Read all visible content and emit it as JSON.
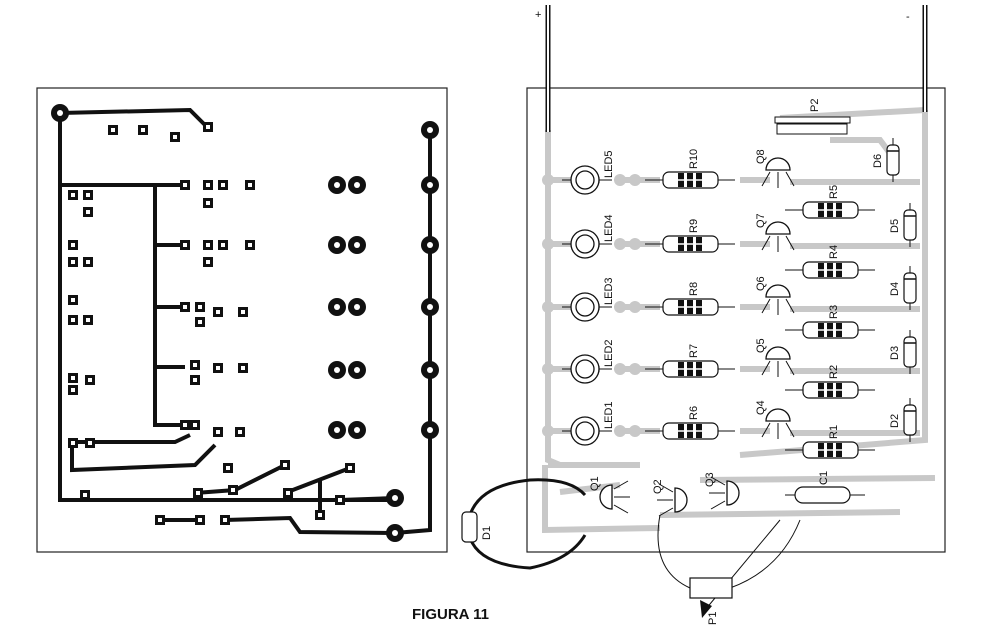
{
  "caption": "FIGURA 11",
  "terminals": {
    "positive": "+",
    "negative": "-"
  },
  "leds": [
    "LED1",
    "LED2",
    "LED3",
    "LED4",
    "LED5"
  ],
  "series_resistors": [
    "R6",
    "R7",
    "R8",
    "R9",
    "R10"
  ],
  "driver_transistors": [
    "Q4",
    "Q5",
    "Q6",
    "Q7",
    "Q8"
  ],
  "base_resistors": [
    "R1",
    "R2",
    "R3",
    "R4",
    "R5"
  ],
  "diodes": [
    "D2",
    "D3",
    "D4",
    "D5",
    "D6"
  ],
  "input_transistors": [
    "Q1",
    "Q2",
    "Q3"
  ],
  "other": {
    "d1": "D1",
    "c1": "C1",
    "p1": "P1",
    "p2": "P2"
  },
  "colors": {
    "trace_left": "#111111",
    "trace_right": "#c8c8c8",
    "component": "#111111"
  }
}
